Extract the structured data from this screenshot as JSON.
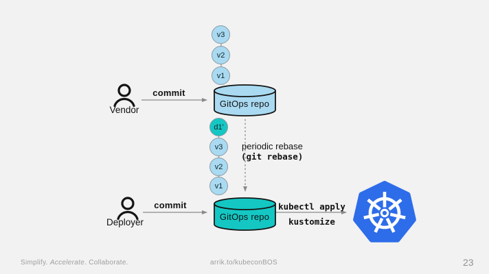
{
  "slide": {
    "footer_left_1": "Simplify. ",
    "footer_left_2": "Accelerate",
    "footer_left_3": ". Collaborate.",
    "footer_center": "arrik.to/kubeconBOS",
    "page_number": "23"
  },
  "colors": {
    "background": "#f2f2f2",
    "light_blue": "#a9daf1",
    "teal": "#14c7c3",
    "kubernetes_blue": "#2e6de9",
    "outline_dark": "#141414",
    "arrow_gray": "#8a8a8a",
    "chain_gray": "#9aa3a8",
    "white": "#ffffff"
  },
  "diagram": {
    "vendor": {
      "label": "Vendor",
      "action": "commit"
    },
    "deployer": {
      "label": "Deployer",
      "action": "commit"
    },
    "vendor_commits": [
      "v3",
      "v2",
      "v1"
    ],
    "deployer_commits": [
      {
        "label": "d1'",
        "highlight": true
      },
      {
        "label": "v3",
        "highlight": false
      },
      {
        "label": "v2",
        "highlight": false
      },
      {
        "label": "v1",
        "highlight": false
      }
    ],
    "vendor_repo_label": "GitOps repo",
    "deployer_repo_label": "GitOps repo",
    "rebase_label_line1": "periodic rebase",
    "rebase_label_line2": "(git rebase)",
    "apply_label_line1": "kubectl apply",
    "apply_label_line2": "kustomize",
    "kubernetes_icon": "kubernetes-logo"
  }
}
